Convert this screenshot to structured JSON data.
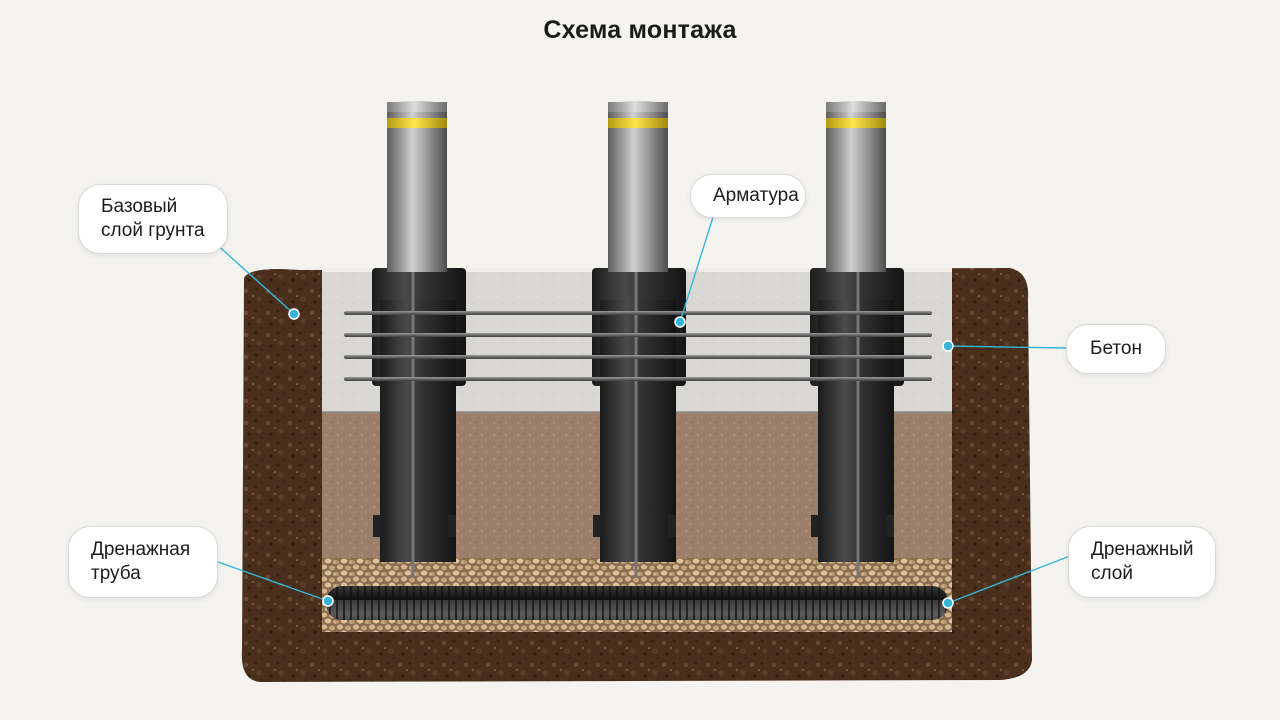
{
  "title": "Схема монтажа",
  "labels": {
    "base_soil": [
      "Базовый",
      "слой грунта"
    ],
    "rebar": [
      "Арматура"
    ],
    "concrete": [
      "Бетон"
    ],
    "drain_pipe": [
      "Дренажная",
      "труба"
    ],
    "drain_layer": [
      "Дренажный",
      "слой"
    ]
  },
  "colors": {
    "accent_line": "#35b6d8",
    "reflective_band": "#f2d21c",
    "soil": "#4a2f1d",
    "concrete": "#d7d6d2",
    "sand": "#9a806a",
    "gravel": "#c9ab82",
    "sleeve": "#2e2e2e",
    "bollard_steel": "#9a9a9a"
  },
  "elements": {
    "bollard_count": 3
  }
}
